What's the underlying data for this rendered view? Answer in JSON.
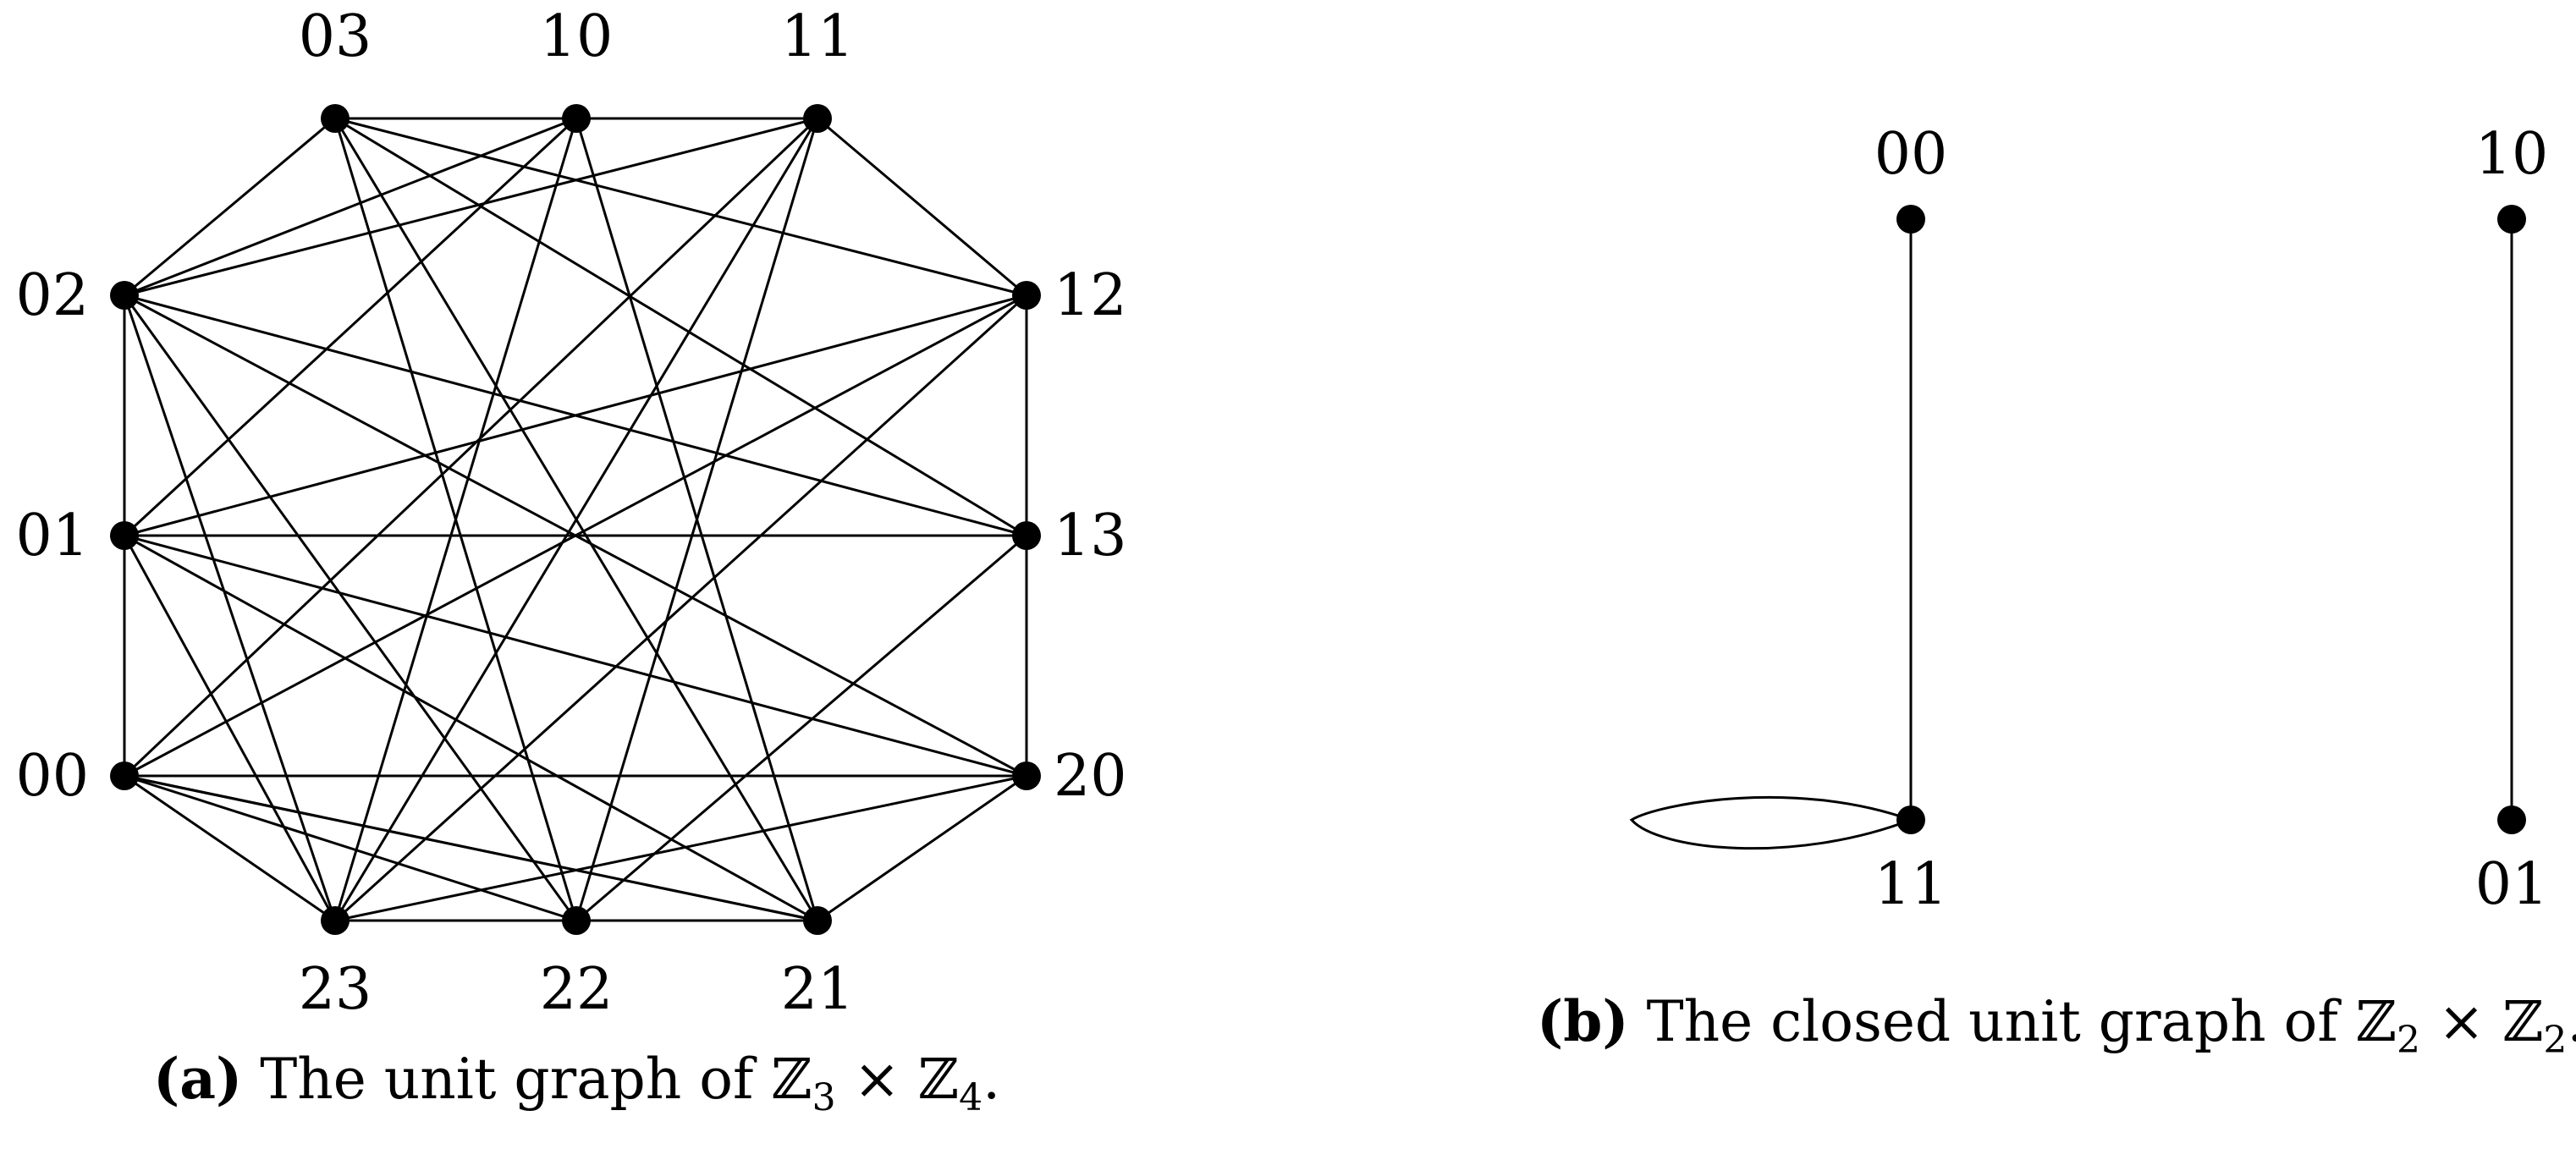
{
  "graph_a": {
    "nodes": [
      "03",
      "10",
      "11",
      "12",
      "13",
      "20",
      "21",
      "22",
      "23",
      "00",
      "01",
      "02"
    ],
    "edges": [
      [
        "03",
        "10"
      ],
      [
        "10",
        "11"
      ],
      [
        "03",
        "02"
      ],
      [
        "11",
        "12"
      ],
      [
        "02",
        "01"
      ],
      [
        "12",
        "13"
      ],
      [
        "01",
        "00"
      ],
      [
        "13",
        "20"
      ],
      [
        "00",
        "23"
      ],
      [
        "20",
        "21"
      ],
      [
        "23",
        "22"
      ],
      [
        "22",
        "21"
      ],
      [
        "03",
        "12"
      ],
      [
        "03",
        "13"
      ],
      [
        "03",
        "21"
      ],
      [
        "03",
        "22"
      ],
      [
        "10",
        "02"
      ],
      [
        "10",
        "01"
      ],
      [
        "10",
        "23"
      ],
      [
        "10",
        "21"
      ],
      [
        "11",
        "02"
      ],
      [
        "11",
        "00"
      ],
      [
        "11",
        "23"
      ],
      [
        "11",
        "22"
      ],
      [
        "12",
        "01"
      ],
      [
        "12",
        "00"
      ],
      [
        "12",
        "23"
      ],
      [
        "13",
        "01"
      ],
      [
        "13",
        "22"
      ],
      [
        "20",
        "02"
      ],
      [
        "20",
        "00"
      ],
      [
        "20",
        "23"
      ],
      [
        "21",
        "01"
      ],
      [
        "21",
        "00"
      ],
      [
        "22",
        "02"
      ],
      [
        "22",
        "00"
      ],
      [
        "23",
        "02"
      ],
      [
        "23",
        "01"
      ],
      [
        "02",
        "13"
      ],
      [
        "01",
        "20"
      ],
      [
        "00",
        "21"
      ]
    ],
    "caption_tag": "(a)",
    "caption_text": "The unit graph of ℤ",
    "caption_sub1": "3",
    "caption_times": " × ℤ",
    "caption_sub2": "4",
    "caption_end": "."
  },
  "graph_b": {
    "nodes": [
      "00",
      "10",
      "11",
      "01"
    ],
    "edges": [
      [
        "00",
        "11"
      ],
      [
        "10",
        "01"
      ]
    ],
    "loops": [
      "11"
    ],
    "caption_tag": "(b)",
    "caption_text": "The closed unit graph of ℤ",
    "caption_sub1": "2",
    "caption_times": " × ℤ",
    "caption_sub2": "2",
    "caption_end": "."
  }
}
